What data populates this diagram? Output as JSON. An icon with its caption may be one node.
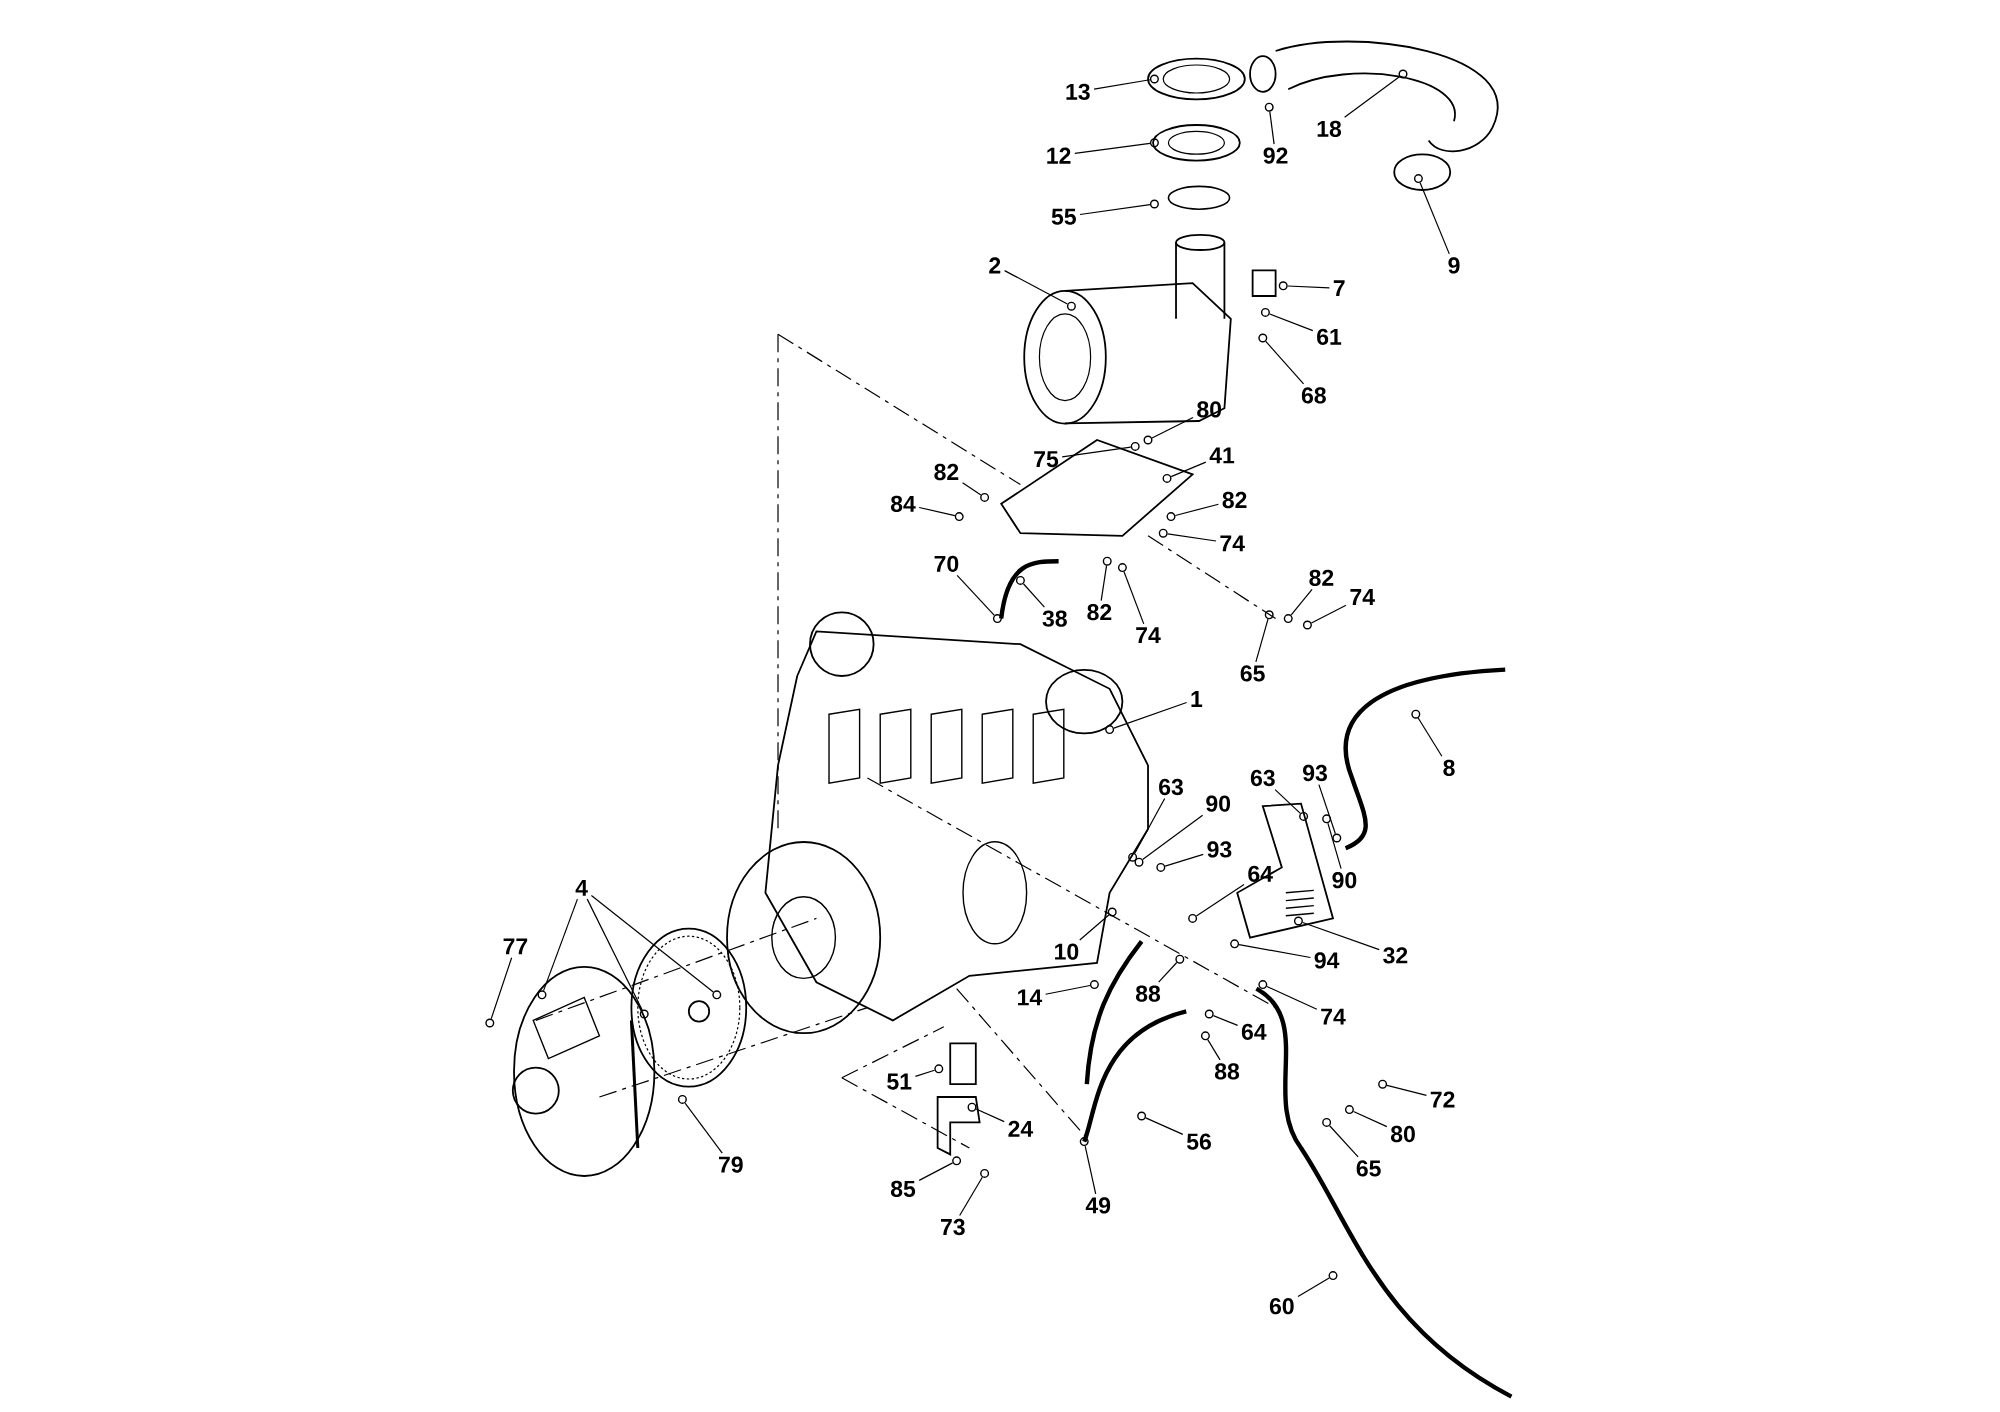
{
  "diagram": {
    "nodes": [
      {
        "text": [
          "13"
        ]
      },
      {
        "text": [
          "12"
        ]
      },
      {
        "text": [
          "55"
        ]
      },
      {
        "text": [
          "2"
        ]
      },
      {
        "text": [
          "18"
        ]
      },
      {
        "text": [
          "92"
        ]
      },
      {
        "text": [
          "9"
        ]
      },
      {
        "text": [
          "7"
        ]
      },
      {
        "text": [
          "61"
        ]
      },
      {
        "text": [
          "68"
        ]
      },
      {
        "text": [
          "80"
        ]
      },
      {
        "text": [
          "75"
        ]
      },
      {
        "text": [
          "41"
        ]
      },
      {
        "text": [
          "82"
        ]
      },
      {
        "text": [
          "84"
        ]
      },
      {
        "text": [
          "82"
        ]
      },
      {
        "text": [
          "74"
        ]
      },
      {
        "text": [
          "70"
        ]
      },
      {
        "text": [
          "38"
        ]
      },
      {
        "text": [
          "82"
        ]
      },
      {
        "text": [
          "74"
        ]
      },
      {
        "text": [
          "82"
        ]
      },
      {
        "text": [
          "74"
        ]
      },
      {
        "text": [
          "65"
        ]
      },
      {
        "text": [
          "1"
        ]
      },
      {
        "text": [
          "8"
        ]
      },
      {
        "text": [
          "63"
        ]
      },
      {
        "text": [
          "90"
        ]
      },
      {
        "text": [
          "93"
        ]
      },
      {
        "text": [
          "63"
        ]
      },
      {
        "text": [
          "93"
        ]
      },
      {
        "text": [
          "90"
        ]
      },
      {
        "text": [
          "64"
        ]
      },
      {
        "text": [
          "4"
        ]
      },
      {
        "text": [
          "77"
        ]
      },
      {
        "text": [
          "10"
        ]
      },
      {
        "text": [
          "14"
        ]
      },
      {
        "text": [
          "88"
        ]
      },
      {
        "text": [
          "32"
        ]
      },
      {
        "text": [
          "94"
        ]
      },
      {
        "text": [
          "74"
        ]
      },
      {
        "text": [
          "64"
        ]
      },
      {
        "text": [
          "88"
        ]
      },
      {
        "text": [
          "51"
        ]
      },
      {
        "text": [
          "24"
        ]
      },
      {
        "text": [
          "79"
        ]
      },
      {
        "text": [
          "56"
        ]
      },
      {
        "text": [
          "49"
        ]
      },
      {
        "text": [
          "85"
        ]
      },
      {
        "text": [
          "73"
        ]
      },
      {
        "text": [
          "72"
        ]
      },
      {
        "text": [
          "80"
        ]
      },
      {
        "text": [
          "65"
        ]
      },
      {
        "text": [
          "60"
        ]
      },
      {
        "text": [],
        "shape": "circle"
      },
      {
        "text": [],
        "shape": "circle"
      },
      {
        "text": [],
        "shape": "circle"
      },
      {
        "text": [],
        "shape": "circle"
      },
      {
        "text": [],
        "shape": "circle"
      },
      {
        "text": [],
        "shape": "circle"
      },
      {
        "text": [],
        "shape": "circle"
      },
      {
        "text": [],
        "shape": "circle"
      },
      {
        "text": [],
        "shape": "circle"
      },
      {
        "text": [],
        "shape": "circle"
      },
      {
        "text": [],
        "shape": "circle"
      },
      {
        "text": [],
        "shape": "circle"
      },
      {
        "text": [],
        "shape": "circle"
      },
      {
        "text": [],
        "shape": "circle"
      },
      {
        "text": [],
        "shape": "circle"
      },
      {
        "text": [],
        "shape": "circle"
      },
      {
        "text": [],
        "shape": "circle"
      },
      {
        "text": [],
        "shape": "circle"
      },
      {
        "text": [],
        "shape": "circle"
      },
      {
        "text": [],
        "shape": "circle"
      },
      {
        "text": [],
        "shape": "circle"
      },
      {
        "text": [],
        "shape": "circle"
      },
      {
        "text": [],
        "shape": "circle"
      },
      {
        "text": [],
        "shape": "circle"
      },
      {
        "text": [],
        "shape": "circle"
      },
      {
        "text": [],
        "shape": "circle"
      },
      {
        "text": [],
        "shape": "circle"
      },
      {
        "text": [],
        "shape": "circle"
      },
      {
        "text": [],
        "shape": "circle"
      },
      {
        "text": [],
        "shape": "circle"
      },
      {
        "text": [],
        "shape": "circle"
      },
      {
        "text": [],
        "shape": "circle"
      },
      {
        "text": [],
        "shape": "circle"
      },
      {
        "text": [],
        "shape": "circle"
      },
      {
        "text": [],
        "shape": "circle"
      },
      {
        "text": [],
        "shape": "circle"
      },
      {
        "text": [],
        "shape": "circle"
      },
      {
        "text": [],
        "shape": "circle"
      },
      {
        "text": [],
        "shape": "circle"
      },
      {
        "text": [],
        "shape": "circle"
      },
      {
        "text": [],
        "shape": "circle"
      },
      {
        "text": [],
        "shape": "circle"
      },
      {
        "text": [],
        "shape": "circle"
      },
      {
        "text": [],
        "shape": "circle"
      },
      {
        "text": [],
        "shape": "circle"
      },
      {
        "text": [],
        "shape": "circle"
      },
      {
        "text": [],
        "shape": "circle"
      },
      {
        "text": [],
        "shape": "circle"
      },
      {
        "text": [],
        "shape": "circle"
      },
      {
        "text": [],
        "shape": "circle"
      },
      {
        "text": [],
        "shape": "circle"
      },
      {
        "text": [],
        "shape": "circle"
      },
      {
        "text": [],
        "shape": "circle"
      },
      {
        "text": [],
        "shape": "circle"
      },
      {
        "text": [],
        "shape": "circle"
      },
      {
        "text": [],
        "shape": "circle"
      }
    ],
    "edges": [
      {
        "from": 0,
        "to": 54,
        "arrow": "none"
      },
      {
        "from": 1,
        "to": 55,
        "arrow": "none"
      },
      {
        "from": 2,
        "to": 56,
        "arrow": "none"
      },
      {
        "from": 3,
        "to": 57,
        "arrow": "none"
      },
      {
        "from": 4,
        "to": 58,
        "arrow": "none"
      },
      {
        "from": 5,
        "to": 59,
        "arrow": "none"
      },
      {
        "from": 6,
        "to": 60,
        "arrow": "none"
      },
      {
        "from": 7,
        "to": 61,
        "arrow": "none"
      },
      {
        "from": 8,
        "to": 62,
        "arrow": "none"
      },
      {
        "from": 9,
        "to": 63,
        "arrow": "none"
      },
      {
        "from": 10,
        "to": 64,
        "arrow": "none"
      },
      {
        "from": 11,
        "to": 65,
        "arrow": "none"
      },
      {
        "from": 12,
        "to": 66,
        "arrow": "none"
      },
      {
        "from": 13,
        "to": 67,
        "arrow": "none"
      },
      {
        "from": 14,
        "to": 68,
        "arrow": "none"
      },
      {
        "from": 15,
        "to": 69,
        "arrow": "none"
      },
      {
        "from": 16,
        "to": 70,
        "arrow": "none"
      },
      {
        "from": 17,
        "to": 71,
        "arrow": "none"
      },
      {
        "from": 18,
        "to": 72,
        "arrow": "none"
      },
      {
        "from": 19,
        "to": 73,
        "arrow": "none"
      },
      {
        "from": 20,
        "to": 74,
        "arrow": "none"
      },
      {
        "from": 21,
        "to": 75,
        "arrow": "none"
      },
      {
        "from": 22,
        "to": 76,
        "arrow": "none"
      },
      {
        "from": 23,
        "to": 77,
        "arrow": "none"
      },
      {
        "from": 24,
        "to": 78,
        "arrow": "none"
      },
      {
        "from": 25,
        "to": 79,
        "arrow": "none"
      },
      {
        "from": 26,
        "to": 80,
        "arrow": "none"
      },
      {
        "from": 27,
        "to": 81,
        "arrow": "none"
      },
      {
        "from": 28,
        "to": 82,
        "arrow": "none"
      },
      {
        "from": 29,
        "to": 83,
        "arrow": "none"
      },
      {
        "from": 30,
        "to": 84,
        "arrow": "none"
      },
      {
        "from": 31,
        "to": 85,
        "arrow": "none"
      },
      {
        "from": 32,
        "to": 86,
        "arrow": "none"
      },
      {
        "from": 33,
        "to": 87,
        "arrow": "none"
      },
      {
        "from": 33,
        "to": 88,
        "arrow": "none"
      },
      {
        "from": 33,
        "to": 89,
        "arrow": "none"
      },
      {
        "from": 34,
        "to": 90,
        "arrow": "none"
      },
      {
        "from": 35,
        "to": 91,
        "arrow": "none"
      },
      {
        "from": 36,
        "to": 92,
        "arrow": "none"
      },
      {
        "from": 37,
        "to": 93,
        "arrow": "none"
      },
      {
        "from": 38,
        "to": 94,
        "arrow": "none"
      },
      {
        "from": 39,
        "to": 95,
        "arrow": "none"
      },
      {
        "from": 40,
        "to": 96,
        "arrow": "none"
      },
      {
        "from": 41,
        "to": 97,
        "arrow": "none"
      },
      {
        "from": 42,
        "to": 98,
        "arrow": "none"
      },
      {
        "from": 43,
        "to": 99,
        "arrow": "none"
      },
      {
        "from": 44,
        "to": 100,
        "arrow": "none"
      },
      {
        "from": 45,
        "to": 101,
        "arrow": "none"
      },
      {
        "from": 46,
        "to": 102,
        "arrow": "none"
      },
      {
        "from": 47,
        "to": 103,
        "arrow": "none"
      },
      {
        "from": 48,
        "to": 104,
        "arrow": "none"
      },
      {
        "from": 49,
        "to": 105,
        "arrow": "none"
      },
      {
        "from": 50,
        "to": 106,
        "arrow": "none"
      },
      {
        "from": 51,
        "to": 107,
        "arrow": "none"
      },
      {
        "from": 52,
        "to": 108,
        "arrow": "none"
      },
      {
        "from": 53,
        "to": 109,
        "arrow": "none"
      }
    ]
  }
}
